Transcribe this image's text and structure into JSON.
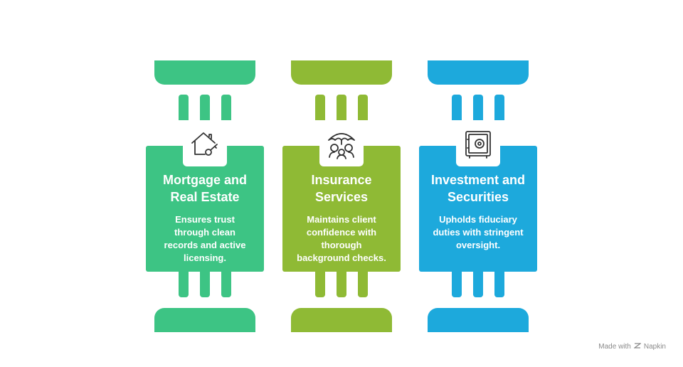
{
  "colors": {
    "green": "#3dc484",
    "olive": "#8fba35",
    "blue": "#1da9dc"
  },
  "cards": [
    {
      "title_line1": "Mortgage and",
      "title_line2": "Real Estate",
      "desc_lines": [
        "Ensures trust",
        "through clean",
        "records and active",
        "licensing."
      ],
      "icon": "house-key-icon"
    },
    {
      "title_line1": "Insurance",
      "title_line2": "Services",
      "desc_lines": [
        "Maintains client",
        "confidence with",
        "thorough",
        "background checks."
      ],
      "icon": "umbrella-family-icon"
    },
    {
      "title_line1": "Investment and",
      "title_line2": "Securities",
      "desc_lines": [
        "Upholds fiduciary",
        "duties with stringent",
        "oversight."
      ],
      "icon": "safe-icon"
    }
  ],
  "footer": {
    "made_with": "Made with",
    "brand": "Napkin"
  }
}
